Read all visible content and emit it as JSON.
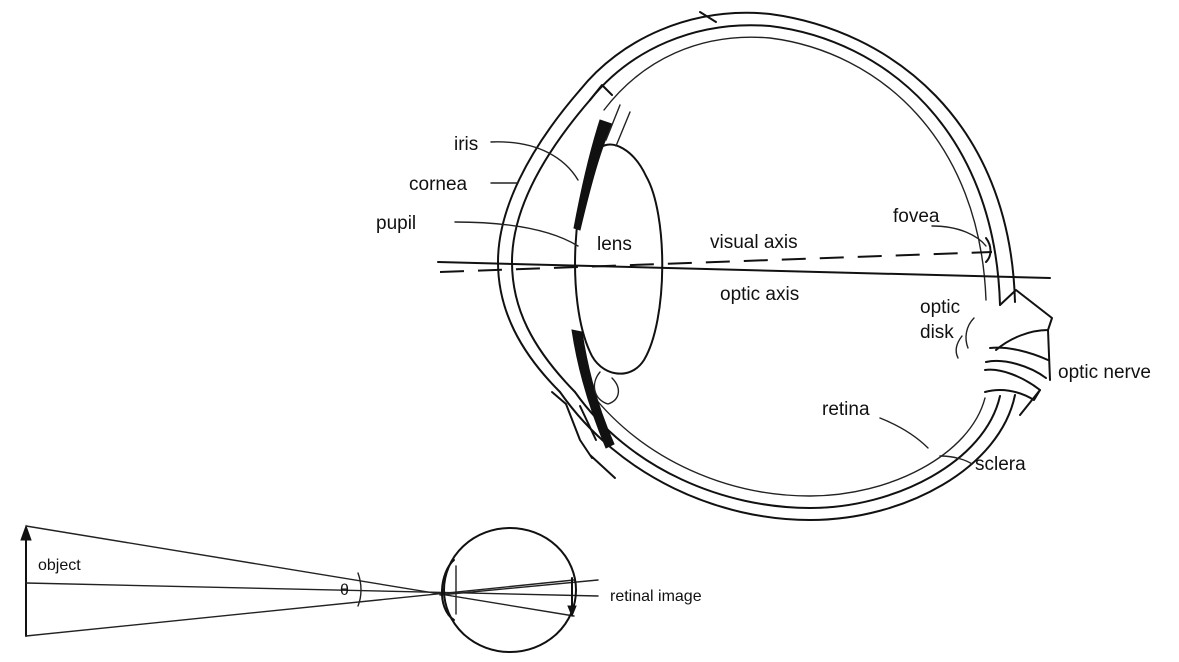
{
  "labels": {
    "iris": "iris",
    "cornea": "cornea",
    "pupil": "pupil",
    "lens": "lens",
    "visual_axis": "visual axis",
    "optic_axis": "optic axis",
    "fovea": "fovea",
    "optic_disk_line1": "optic",
    "optic_disk_line2": "disk",
    "optic_nerve": "optic nerve",
    "retina": "retina",
    "sclera": "sclera"
  },
  "inset": {
    "object": "object",
    "angle": "θ",
    "retinal_image": "retinal image"
  },
  "colors": {
    "ink": "#111111",
    "background": "#ffffff"
  }
}
